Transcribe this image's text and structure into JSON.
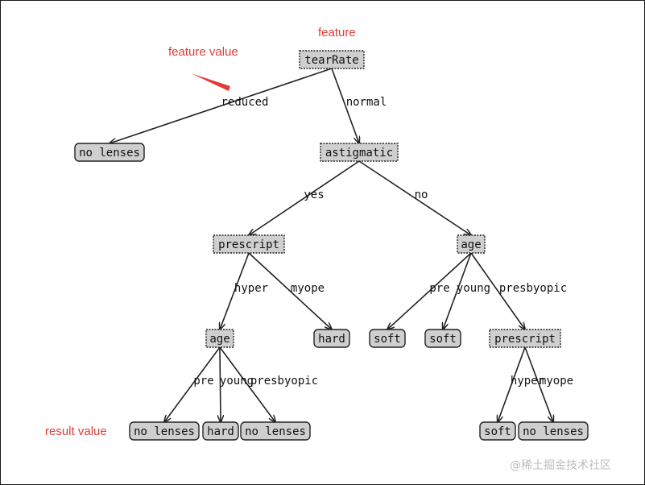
{
  "annotations": {
    "feature": "feature",
    "feature_value": "feature value",
    "result_value": "result value",
    "arrow_color": "#e53935"
  },
  "watermark": "@稀土掘金技术社区",
  "tree": {
    "nodes": [
      {
        "id": "n_tearRate",
        "label": "tearRate",
        "kind": "feature"
      },
      {
        "id": "n_nolenses1",
        "label": "no lenses",
        "kind": "leaf"
      },
      {
        "id": "n_astig",
        "label": "astigmatic",
        "kind": "feature"
      },
      {
        "id": "n_prescript1",
        "label": "prescript",
        "kind": "feature"
      },
      {
        "id": "n_age1",
        "label": "age",
        "kind": "feature"
      },
      {
        "id": "n_age2",
        "label": "age",
        "kind": "feature"
      },
      {
        "id": "n_hard1",
        "label": "hard",
        "kind": "leaf"
      },
      {
        "id": "n_soft1",
        "label": "soft",
        "kind": "leaf"
      },
      {
        "id": "n_soft2",
        "label": "soft",
        "kind": "leaf"
      },
      {
        "id": "n_prescript2",
        "label": "prescript",
        "kind": "feature"
      },
      {
        "id": "n_nolenses2",
        "label": "no lenses",
        "kind": "leaf"
      },
      {
        "id": "n_hard2",
        "label": "hard",
        "kind": "leaf"
      },
      {
        "id": "n_nolenses3",
        "label": "no lenses",
        "kind": "leaf"
      },
      {
        "id": "n_soft3",
        "label": "soft",
        "kind": "leaf"
      },
      {
        "id": "n_nolenses4",
        "label": "no lenses",
        "kind": "leaf"
      }
    ],
    "edges": [
      {
        "from": "n_tearRate",
        "to": "n_nolenses1",
        "label": "reduced"
      },
      {
        "from": "n_tearRate",
        "to": "n_astig",
        "label": "normal"
      },
      {
        "from": "n_astig",
        "to": "n_prescript1",
        "label": "yes"
      },
      {
        "from": "n_astig",
        "to": "n_age2",
        "label": "no"
      },
      {
        "from": "n_prescript1",
        "to": "n_age1",
        "label": "hyper"
      },
      {
        "from": "n_prescript1",
        "to": "n_hard1",
        "label": "myope"
      },
      {
        "from": "n_age2",
        "to": "n_soft1",
        "label": "pre"
      },
      {
        "from": "n_age2",
        "to": "n_soft2",
        "label": "young"
      },
      {
        "from": "n_age2",
        "to": "n_prescript2",
        "label": "presbyopic"
      },
      {
        "from": "n_age1",
        "to": "n_nolenses2",
        "label": "pre"
      },
      {
        "from": "n_age1",
        "to": "n_hard2",
        "label": "young"
      },
      {
        "from": "n_age1",
        "to": "n_nolenses3",
        "label": "presbyopic"
      },
      {
        "from": "n_prescript2",
        "to": "n_soft3",
        "label": "hyper"
      },
      {
        "from": "n_prescript2",
        "to": "n_nolenses4",
        "label": "myope"
      }
    ]
  }
}
